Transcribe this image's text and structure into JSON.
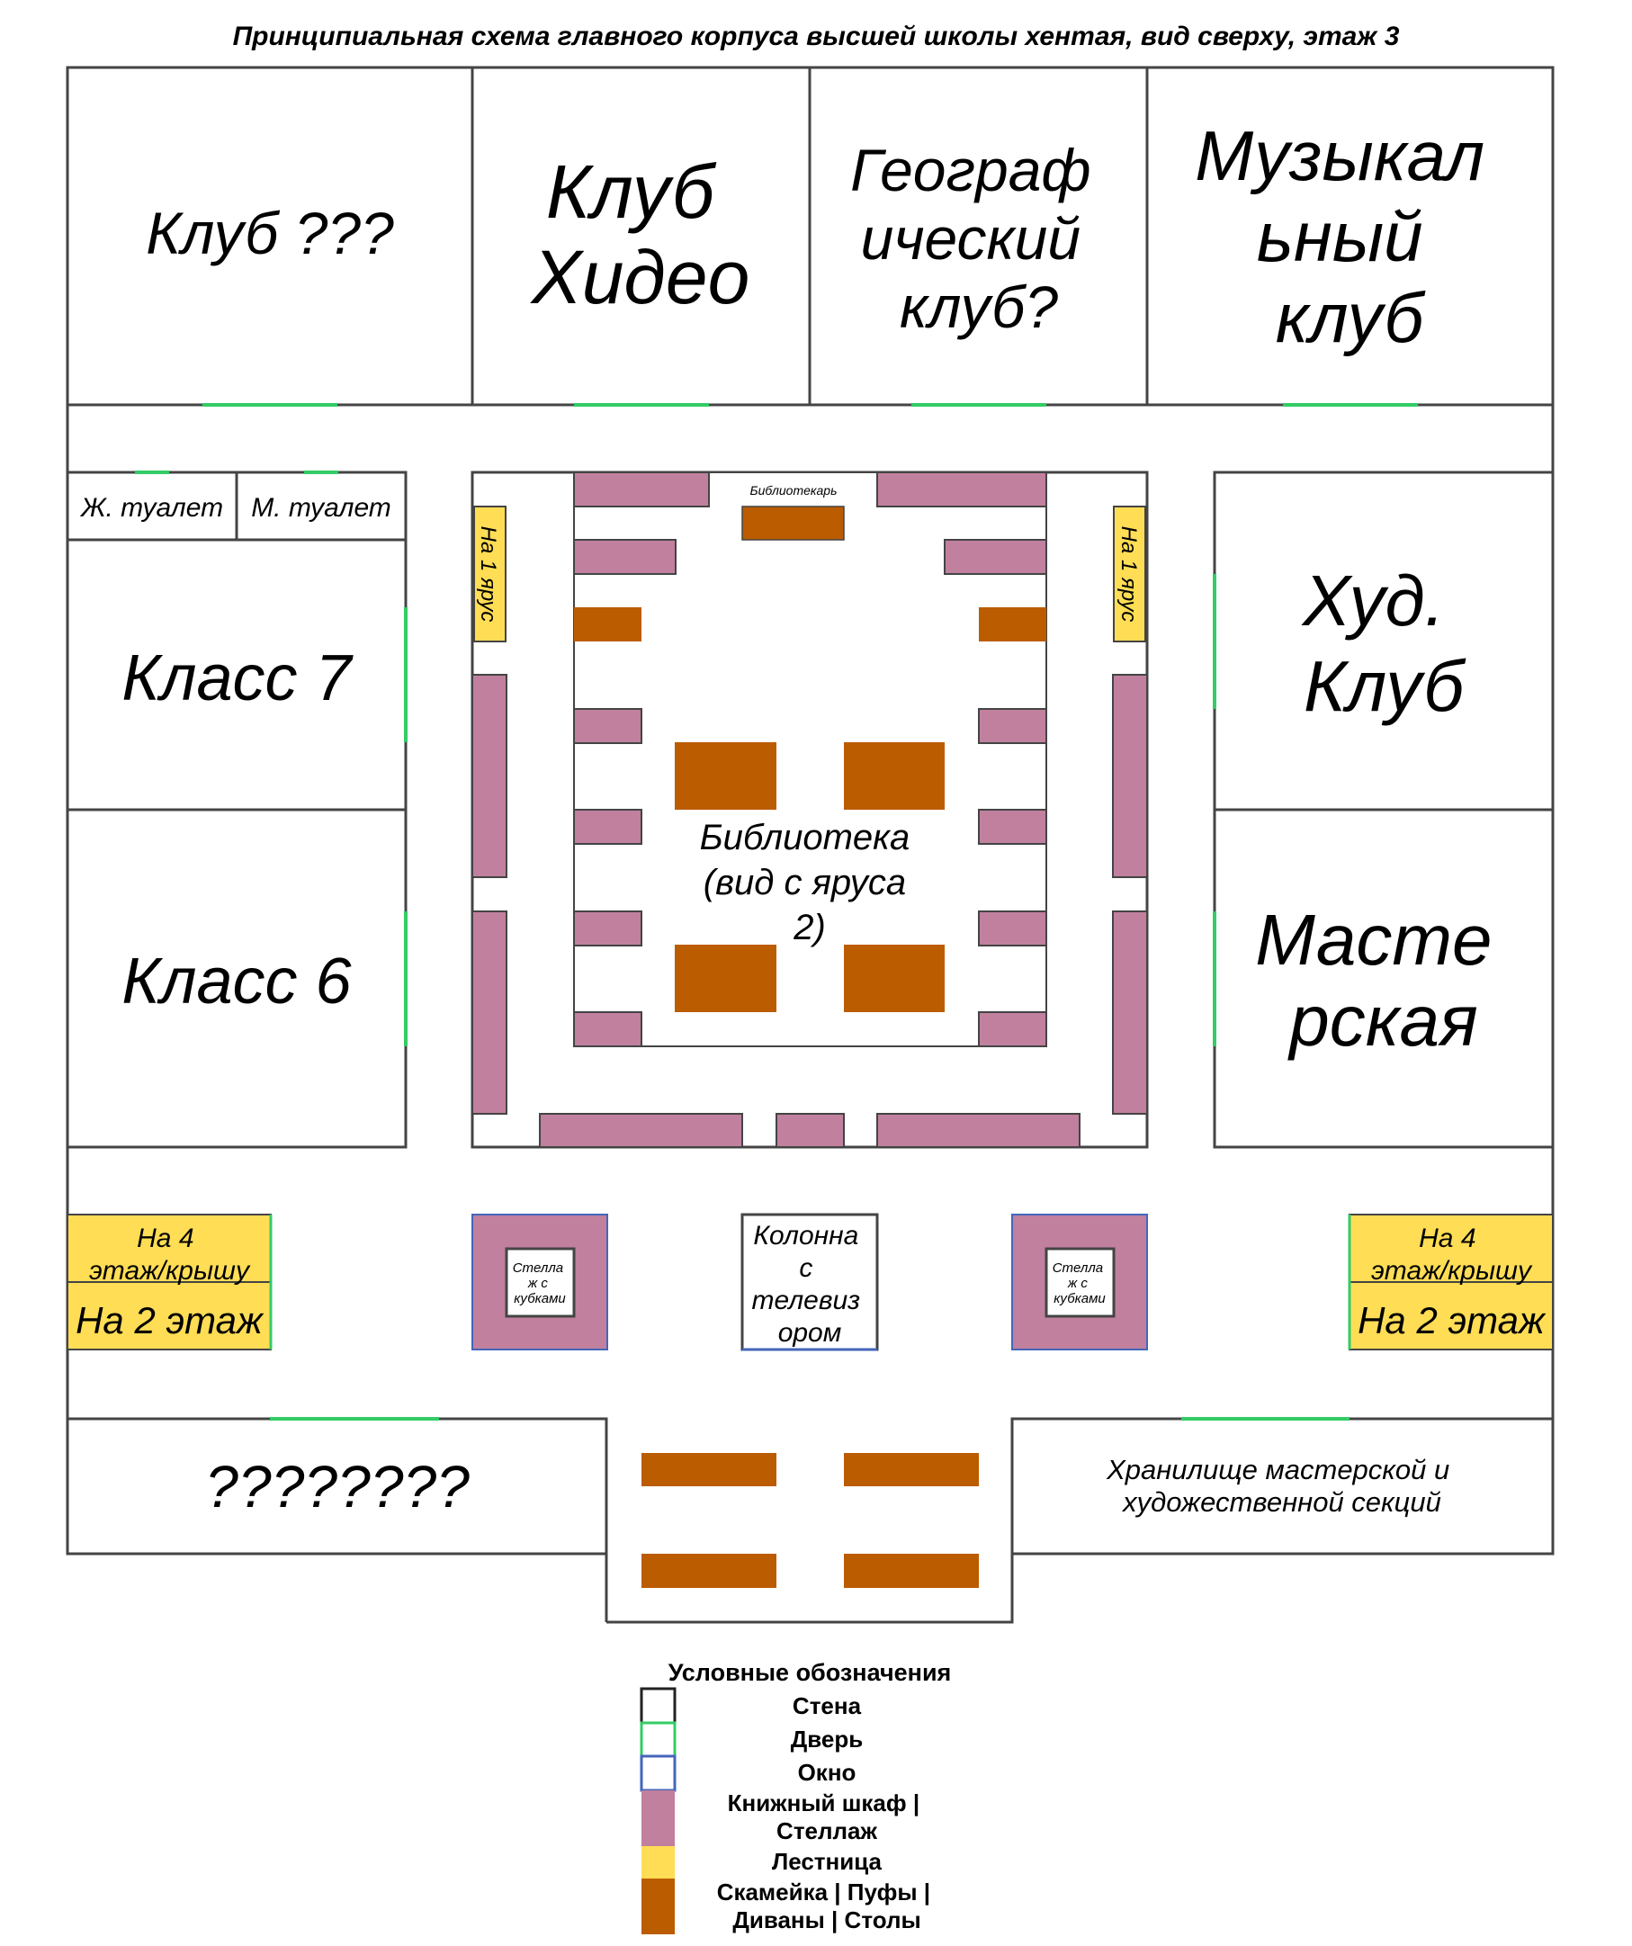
{
  "title": "Принципиальная схема главного корпуса высшей школы хентая, вид сверху, этаж 3",
  "colors": {
    "wall": "#000000",
    "door": "#33cc66",
    "window": "#4466bb",
    "bookshelf": "#c0809e",
    "stairs": "#ffdd55",
    "bench": "#bb5c00",
    "background": "#ffffff"
  },
  "rooms": {
    "club_unknown": "Клуб ???",
    "video_club": [
      "Клуб",
      "Хидео"
    ],
    "geo_club": [
      "Географ",
      "ический",
      "клуб?"
    ],
    "music_club": [
      "Музыкал",
      "ьный",
      "клуб"
    ],
    "female_toilet": "Ж. туалет",
    "male_toilet": "М. туалет",
    "class7": "Класс 7",
    "class6": "Класс 6",
    "art_club": [
      "Худ.",
      "Клуб"
    ],
    "workshop": [
      "Масте",
      "рская"
    ],
    "unknown_bottom": "????????",
    "storage": [
      "Хранилище мастерской и",
      "художественной секций"
    ]
  },
  "library": {
    "label": [
      "Библиотека",
      "(вид с яруса",
      "2)"
    ],
    "librarian": "Библиотекарь",
    "tier1": "На 1 ярус"
  },
  "hall": {
    "stairs_up": [
      "На 4",
      "этаж/крышу"
    ],
    "stairs_down": "На 2 этаж",
    "trophy_shelf": [
      "Стелла",
      "ж с",
      "кубками"
    ],
    "tv_column": [
      "Колонна",
      "с",
      "телевиз",
      "ором"
    ]
  },
  "legend": {
    "title": "Условные обозначения",
    "items": [
      {
        "key": "wall",
        "label": [
          "Стена"
        ]
      },
      {
        "key": "door",
        "label": [
          "Дверь"
        ]
      },
      {
        "key": "window",
        "label": [
          "Окно"
        ]
      },
      {
        "key": "bookshelf",
        "label": [
          "Книжный шкаф |",
          "Стеллаж"
        ]
      },
      {
        "key": "stairs",
        "label": [
          "Лестница"
        ]
      },
      {
        "key": "bench",
        "label": [
          "Скамейка | Пуфы |",
          "Диваны | Столы"
        ]
      }
    ]
  }
}
